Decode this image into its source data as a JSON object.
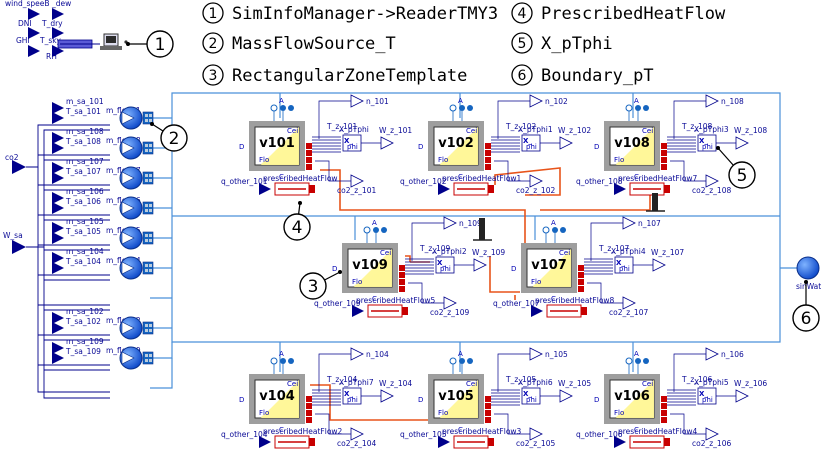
{
  "legend": [
    {
      "num": "1",
      "text": "SimInfoManager->ReaderTMY3"
    },
    {
      "num": "2",
      "text": "MassFlowSource_T"
    },
    {
      "num": "3",
      "text": "RectangularZoneTemplate"
    },
    {
      "num": "4",
      "text": "PrescribedHeatFlow"
    },
    {
      "num": "5",
      "text": "X_pTphi"
    },
    {
      "num": "6",
      "text": "Boundary_pT"
    }
  ],
  "markers": [
    "1",
    "2",
    "3",
    "4",
    "5",
    "6"
  ],
  "weather_labels": {
    "wind_speed": "wind_speeB",
    "dew": "_dew",
    "dni": "DNI",
    "ghi": "GHI",
    "t_dry": "T_dry",
    "t_sky": "T_sky",
    "rh": "RH"
  },
  "inputs": {
    "co2": "co2",
    "w_sa": "W_sa"
  },
  "supply_sources": [
    {
      "m": "m_sa_101",
      "t": "T_sa_101",
      "flow": "m_flo101"
    },
    {
      "m": "m_sa_108",
      "t": "T_sa_108",
      "flow": "m_flo108"
    },
    {
      "m": "m_sa_107",
      "t": "T_sa_107",
      "flow": "m_flo107"
    },
    {
      "m": "m_sa_106",
      "t": "T_sa_106",
      "flow": "m_flo106"
    },
    {
      "m": "m_sa_105",
      "t": "T_sa_105",
      "flow": "m_flo105"
    },
    {
      "m": "m_sa_104",
      "t": "T_sa_104",
      "flow": "m_flo104"
    },
    {
      "m": "m_sa_102",
      "t": "T_sa_102",
      "flow": "m_flo102"
    },
    {
      "m": "m_sa_109",
      "t": "T_sa_109",
      "flow": "m_flo109"
    }
  ],
  "zones": [
    {
      "name": "v101",
      "n": "n_101",
      "t": "T_z_101",
      "w": "W_z_101",
      "co2": "co2_z_101",
      "heat": "prescribedHeatFlow",
      "q": "q_other_101",
      "x": "X_pTphi"
    },
    {
      "name": "v102",
      "n": "n_102",
      "t": "T_z_102",
      "w": "W_z_102",
      "co2": "co2_z_102",
      "heat": "prescribedHeatFlow1",
      "q": "q_other_102",
      "x": "X_pTphi1"
    },
    {
      "name": "v108",
      "n": "n_108",
      "t": "T_z_108",
      "w": "W_z_108",
      "co2": "co2_z_108",
      "heat": "prescribedHeatFlow7",
      "q": "q_other_108",
      "x": "X_pTphi3"
    },
    {
      "name": "v109",
      "n": "n_109",
      "t": "T_z_109",
      "w": "W_z_109",
      "co2": "co2_z_109",
      "heat": "prescribedHeatFlow5",
      "q": "q_other_109",
      "x": "X_pTphi2"
    },
    {
      "name": "v107",
      "n": "n_107",
      "t": "T_z_107",
      "w": "W_z_107",
      "co2": "co2_z_107",
      "heat": "prescribedHeatFlow8",
      "q": "q_other_107",
      "x": "X_pTphi4"
    },
    {
      "name": "v104",
      "n": "n_104",
      "t": "T_z_104",
      "w": "W_z_104",
      "co2": "co2_z_104",
      "heat": "prescribedHeatFlow2",
      "q": "q_other_104",
      "x": "X_pTphi7"
    },
    {
      "name": "v105",
      "n": "n_105",
      "t": "T_z_105",
      "w": "W_z_105",
      "co2": "co2_z_105",
      "heat": "prescribedHeatFlow3",
      "q": "q_other_105",
      "x": "X_pTphi6"
    },
    {
      "name": "v106",
      "n": "n_106",
      "t": "T_z_106",
      "w": "W_z_106",
      "co2": "co2_z_106",
      "heat": "prescribedHeatFlow4",
      "q": "q_other_106",
      "x": "X_pTphi5"
    }
  ],
  "zone_port_labels": {
    "air": "A",
    "ceiling": "Cei",
    "door": "D",
    "floor": "Flo",
    "conv": "C",
    "x_block": "X_",
    "x_sub": "phi"
  },
  "boundary": {
    "label": "sinWat"
  },
  "colors": {
    "wire": "#4a90d9",
    "signal": "#00008b",
    "heat": "#e8541a",
    "zone_frame": "#9e9e9e",
    "port": "#1565c0",
    "heat_port": "#c80000",
    "highlight": "#fff799"
  }
}
